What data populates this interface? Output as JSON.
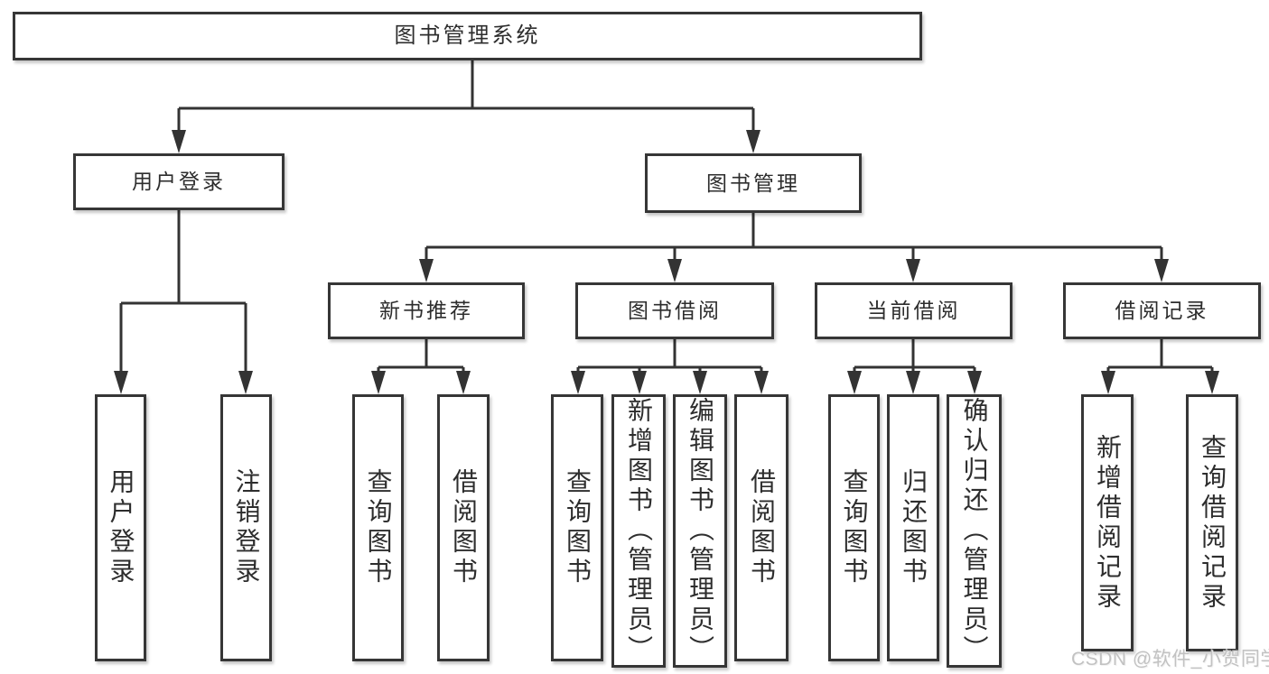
{
  "tree": {
    "root": {
      "label": "图书管理系统",
      "children": [
        {
          "label": "用户登录",
          "children": [
            {
              "label": "用户登录"
            },
            {
              "label": "注销登录"
            }
          ]
        },
        {
          "label": "图书管理",
          "children": [
            {
              "label": "新书推荐",
              "children": [
                {
                  "label": "查询图书"
                },
                {
                  "label": "借阅图书"
                }
              ]
            },
            {
              "label": "图书借阅",
              "children": [
                {
                  "label": "查询图书"
                },
                {
                  "label": "新增图书（管理员）"
                },
                {
                  "label": "编辑图书（管理员）"
                },
                {
                  "label": "借阅图书"
                }
              ]
            },
            {
              "label": "当前借阅",
              "children": [
                {
                  "label": "查询图书"
                },
                {
                  "label": "归还图书"
                },
                {
                  "label": "确认归还（管理员）"
                }
              ]
            },
            {
              "label": "借阅记录",
              "children": [
                {
                  "label": "新增借阅记录"
                },
                {
                  "label": "查询借阅记录"
                }
              ]
            }
          ]
        }
      ]
    }
  },
  "watermark": {
    "text": "CSDN @软件_小贺同学"
  },
  "colors": {
    "line": "#333333",
    "text": "#2d2d2d",
    "box_border": "#363636",
    "background": "#ffffff",
    "watermark": "#c2c2c2"
  }
}
